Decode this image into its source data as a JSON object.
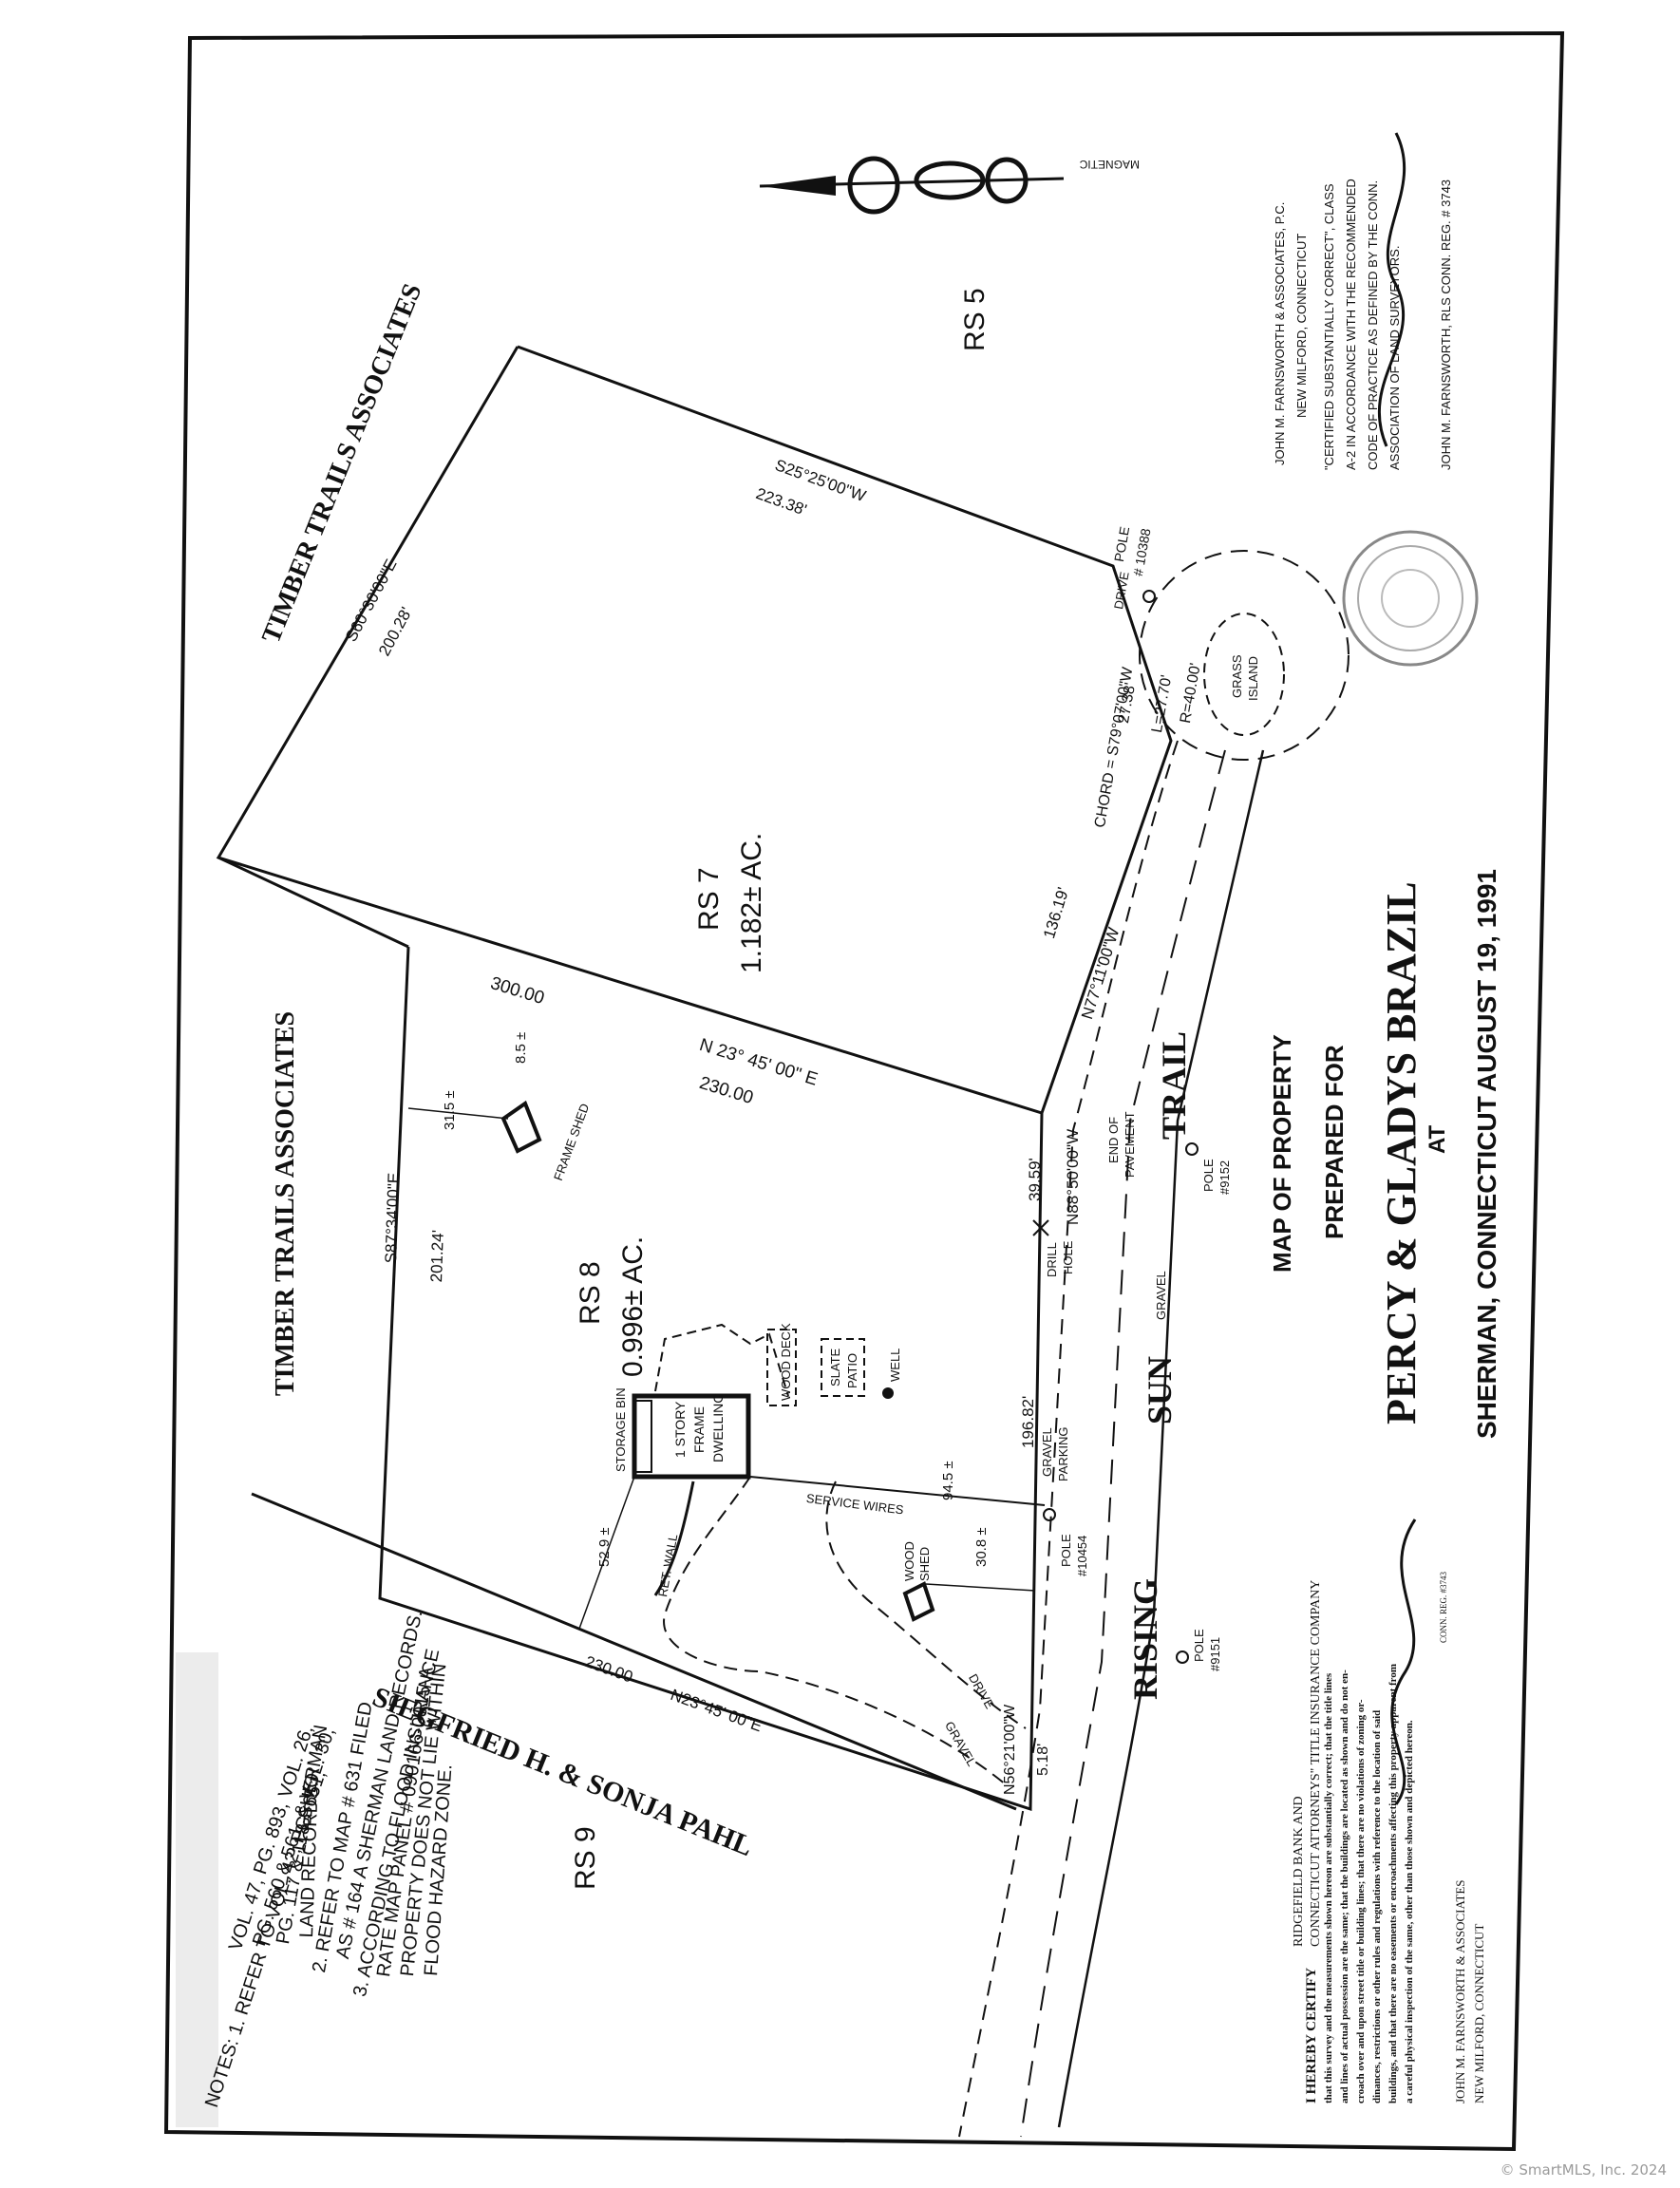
{
  "map": {
    "title": "MAP OF PROPERTY",
    "prepared_for": "PREPARED FOR",
    "owners": "PERCY & GLADYS BRAZIL",
    "at": "AT",
    "location": "SHERMAN, CONNECTICUT",
    "date": "AUGUST 19, 1991",
    "road_words": [
      "RISING",
      "SUN",
      "TRAIL"
    ]
  },
  "lots": {
    "rs8": {
      "name": "RS 8",
      "area": "0.996± AC."
    },
    "rs7": {
      "name": "RS 7",
      "area": "1.182± AC."
    },
    "rs5": "RS 5",
    "rs9": "RS 9"
  },
  "abutters": {
    "timber_1": "TIMBER TRAILS ASSOCIATES",
    "timber_2": "TIMBER TRAILS ASSOCIATES",
    "pahl": "SIEGFRIED H. & SONJA PAHL"
  },
  "bearings": {
    "east_line": "N 23° 45' 00\" E",
    "east_line_total": "300.00",
    "east_line_rs8": "230.00",
    "rs8_top": "S87°34'00\"E",
    "rs8_top_dist": "201.24'",
    "rs7_top": "S60°30'00\"E",
    "rs7_top_dist": "200.28'",
    "rs7_right": "S25°25'00\"W",
    "rs7_right_dist": "223.38'",
    "rs7_road": "N77°11'00\"W",
    "rs7_road_dist": "136.19'",
    "rs8_road": "N88°50'00\"W",
    "rs8_road_dist": "39.59'",
    "rs8_road_dist2": "196.82'",
    "rs8_bottom": "N23°45' 00\"E",
    "rs8_bottom_dist": "230.00",
    "rs8_corner": "N56°21'00\"W",
    "rs8_corner_dist": "5.18'",
    "chord": "CHORD = S79°07'00\"W",
    "chord_dist": "27.38'",
    "arc_len": "L=27.70'",
    "radius": "R=40.00'"
  },
  "features": {
    "dwelling": [
      "1 STORY",
      "FRAME",
      "DWELLING"
    ],
    "storage_bin": "STORAGE BIN",
    "wood_deck": "WOOD DECK",
    "slate_patio": [
      "SLATE",
      "PATIO"
    ],
    "well": "WELL",
    "frame_shed": "FRAME SHED",
    "wood_shed": [
      "WOOD",
      "SHED"
    ],
    "ret_wall": "RET. WALL",
    "service_wires": "SERVICE WIRES",
    "gravel_parking": [
      "GRAVEL",
      "PARKING"
    ],
    "gravel": "GRAVEL",
    "gravel_drive": [
      "GRAVEL",
      "DRIVE"
    ],
    "drill_hole": [
      "DRILL",
      "HOLE"
    ],
    "end_of_pavement": [
      "END OF",
      "PAVEMENT"
    ],
    "grass_island": [
      "GRASS",
      "ISLAND"
    ],
    "drive": "DRIVE",
    "pole_10388": [
      "POLE",
      "# 10388"
    ],
    "pole_9152": [
      "POLE",
      "#9152"
    ],
    "pole_10454": [
      "POLE",
      "#10454"
    ],
    "pole_9151": [
      "POLE",
      "#9151"
    ],
    "offset_1": "31.5 ±",
    "offset_2": "8.5 ±",
    "offset_3": "52.9 ±",
    "offset_4": "94.5 ±",
    "offset_5": "30.8 ±",
    "north": "MAGNETIC"
  },
  "notes": [
    "NOTES: 1. REFER TO VOL. 42, PG. 651,",
    "VOL. 47, PG. 893, VOL. 26,",
    "PG. 560 & 561, & VOL. 30,",
    "PG. 117 & 118 SHERMAN",
    "LAND RECORDS.",
    "2. REFER TO MAP # 631 FILED",
    "AS # 164 A SHERMAN LAND RECORDS.",
    "3. ACCORDING TO FLOOD INSURANCE",
    "RATE MAP PANEL # 090166-0015-A",
    "PROPERTY DOES NOT LIE WITHIN",
    "FLOOD HAZARD ZONE."
  ],
  "certification": {
    "heading": "I HEREBY CERTIFY",
    "to_line_1": "RIDGEFIELD BANK AND",
    "to_line_2": "CONNECTICUT ATTORNEYS\" TITLE INSURANCE COMPANY",
    "body": [
      "that this survey and the measurements shown hereon are substantially correct; that the title lines",
      "and lines of actual possession are the same; that the buildings are located as shown and do not en-",
      "croach over and upon street title or building lines; that there are no violations of zoning or-",
      "dinances, restrictions or other rules and regulations with reference to the location of said",
      "buildings, and that there are no easements or encroachments affecting this property apparent from",
      "a careful physical inspection of the same, other than those shown and depicted hereon."
    ],
    "firm": "JOHN M. FARNSWORTH & ASSOCIATES",
    "town": "NEW MILFORD, CONNECTICUT",
    "sig_reg": "CONN. REG. #3743"
  },
  "surveyor": {
    "lines": [
      "JOHN M. FARNSWORTH & ASSOCIATES, P.C.",
      "NEW MILFORD, CONNECTICUT",
      "\"CERTIFIED SUBSTANTIALLY CORRECT\", CLASS",
      "A-2 IN ACCORDANCE WITH THE RECOMMENDED",
      "CODE OF PRACTICE AS DEFINED BY THE CONN.",
      "ASSOCIATION OF LAND SURVEYORS.",
      "",
      "JOHN M. FARNSWORTH, RLS CONN. REG. # 3743"
    ]
  },
  "watermark": "© SmartMLS, Inc. 2024"
}
